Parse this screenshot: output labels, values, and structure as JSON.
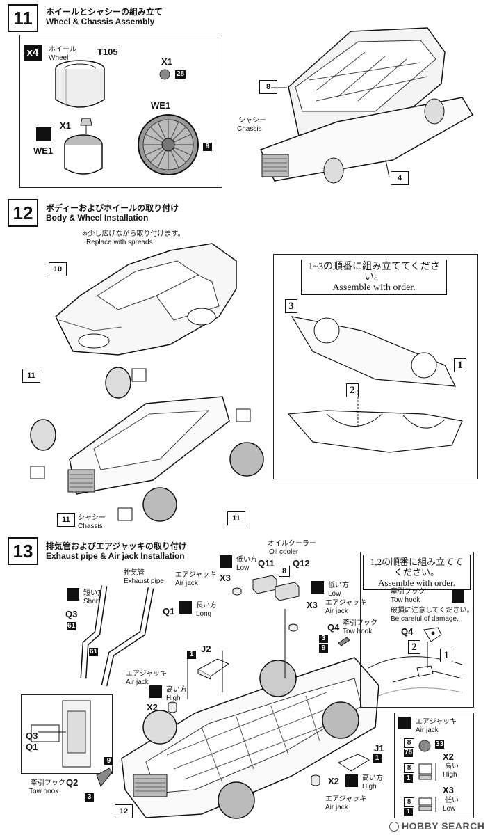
{
  "step11": {
    "number": "11",
    "title_jp": "ホイールとシャシーの組み立て",
    "title_en": "Wheel & Chassis Assembly",
    "qty": "x4",
    "wheel_jp": "ホイール",
    "wheel_en": "Wheel",
    "part_t105": "T105",
    "part_x1": "X1",
    "part_x1_num": "28",
    "part_we1": "WE1",
    "part_we1_num": "9",
    "part_x1b": "X1",
    "part_we1b": "WE1",
    "tag_8": "8",
    "tag_4": "4",
    "chassis_jp": "シャシー",
    "chassis_en": "Chassis"
  },
  "step12": {
    "number": "12",
    "title_jp": "ボディーおよびホイールの取り付け",
    "title_en": "Body & Wheel Installation",
    "spread_jp": "※少し広げながら取り付けます。",
    "spread_en": "Replace with spreads.",
    "tag_10": "10",
    "tag_11a": "11",
    "tag_11b": "11",
    "tag_11c": "11",
    "chassis_jp": "シャシー",
    "chassis_en": "Chassis",
    "order_jp": "1~3の順番に組み立ててください。",
    "order_en": "Assemble with order.",
    "order_1": "1",
    "order_2": "2",
    "order_3": "3"
  },
  "step13": {
    "number": "13",
    "title_jp": "排気管およびエアジャッキの取り付け",
    "title_en": "Exhaust pipe & Air jack Installation",
    "exhaust_jp": "排気管",
    "exhaust_en": "Exhaust pipe",
    "short_jp": "短い方",
    "short_en": "Short",
    "q3": "Q3",
    "q3_num": "61",
    "q3_num2": "61",
    "q1": "Q1",
    "long_jp": "長い方",
    "long_en": "Long",
    "airjack_jp": "エアジャッキ",
    "airjack_en": "Air jack",
    "low_jp": "低い方",
    "low_en": "Low",
    "x3": "X3",
    "oilcooler_jp": "オイルクーラー",
    "oilcooler_en": "Oil cooler",
    "q11": "Q11",
    "q12": "Q12",
    "q_num8": "8",
    "low2_jp": "低い方",
    "low2_en": "Low",
    "x3b": "X3",
    "airjack2_jp": "エアジャッキ",
    "airjack2_en": "Air jack",
    "towhook_jp": "牽引フック",
    "towhook_en": "Tow hook",
    "q4": "Q4",
    "q4_num3": "3",
    "q4_num9": "9",
    "j2": "J2",
    "j2_num": "1",
    "airjack3_jp": "エアジャッキ",
    "airjack3_en": "Air jack",
    "high_jp": "高い方",
    "high_en": "High",
    "x2": "X2",
    "q3b": "Q3",
    "q1b": "Q1",
    "q2_num9": "9",
    "towhook2_jp": "牽引フック",
    "towhook2_en": "Tow hook",
    "q2": "Q2",
    "q2_num3": "3",
    "tag_12": "12",
    "j1": "J1",
    "j1_num": "1",
    "x2b": "X2",
    "high2_jp": "高い方",
    "high2_en": "High",
    "airjack4_jp": "エアジャッキ",
    "airjack4_en": "Air jack",
    "order_jp": "1,2の順番に組み立ててください。",
    "order_en": "Assemble with order.",
    "towhook3_jp": "牽引フック",
    "towhook3_en": "Tow hook",
    "damage_jp": "破損に注意してください。",
    "damage_en": "Be careful of damage.",
    "q4b": "Q4",
    "order_1": "1",
    "order_2": "2",
    "legend_airjack_jp": "エアジャッキ",
    "legend_airjack_en": "Air jack",
    "legend_8": "8",
    "legend_76": "76",
    "legend_33": "33",
    "legend_x2": "X2",
    "legend_high_jp": "高い",
    "legend_high_en": "High",
    "legend_8b": "8",
    "legend_1b": "1",
    "legend_x3": "X3",
    "legend_low_jp": "低い",
    "legend_low_en": "Low",
    "legend_8c": "8",
    "legend_1c": "1"
  },
  "watermark": "HOBBY SEARCH",
  "colors": {
    "ink": "#111111",
    "part_gray": "#888888",
    "paper": "#ffffff"
  }
}
